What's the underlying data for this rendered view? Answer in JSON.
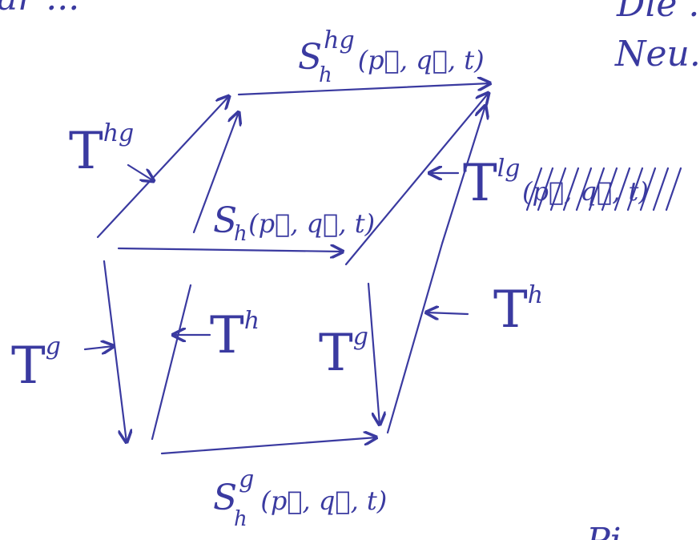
{
  "color": "#3a3aa0",
  "labels": {
    "T_hg": {
      "base": "T",
      "sup": "hg"
    },
    "T_lg": {
      "base": "T",
      "sup": "lg"
    },
    "T_g_left": {
      "base": "T",
      "sup": "g"
    },
    "T_g_mid": {
      "base": "T",
      "sup": "g"
    },
    "T_h_left": {
      "base": "T",
      "sup": "h"
    },
    "T_h_right": {
      "base": "T",
      "sup": "h"
    },
    "S_top": {
      "base": "S",
      "sub": "h",
      "sup": "hg",
      "args": "(p⃗, q⃗, t)"
    },
    "S_mid": {
      "base": "S",
      "sub": "h",
      "args": "(p⃗, q⃗, t)"
    },
    "S_bottom": {
      "base": "S",
      "sub": "h",
      "sup": "g",
      "args": "(p⃗, q⃗, t)"
    },
    "crossed_args": "(p⃗, q⃗, t)"
  },
  "margin_fragments": {
    "top_left": "ar ...",
    "top_right_1": "Die ...",
    "top_right_2": "Neu...",
    "bottom_right": "... Pi"
  }
}
